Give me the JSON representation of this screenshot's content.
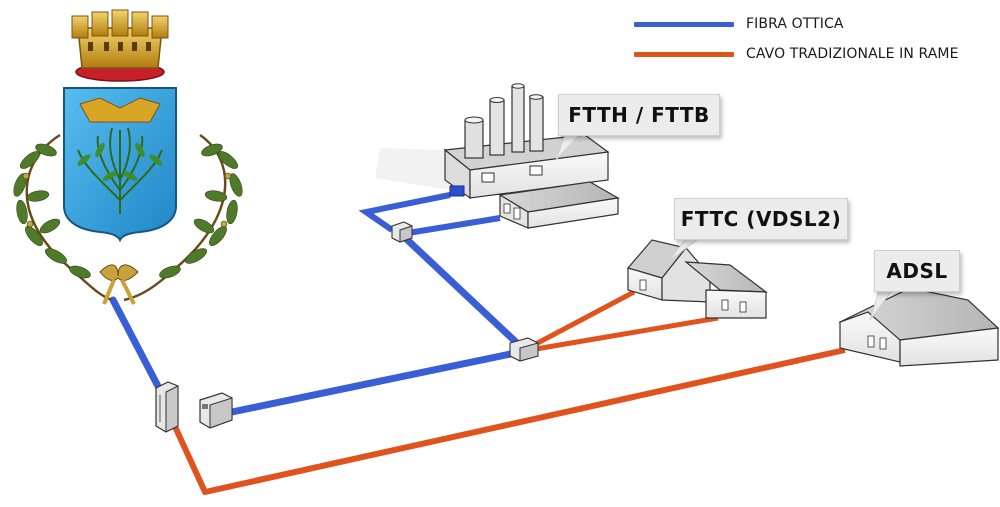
{
  "colors": {
    "fiber": "#3a5ed6",
    "copper": "#e0531f",
    "shield_blue": "#3aa7e0",
    "crown_gold": "#d4a11e",
    "laurel_green": "#4f7a2a",
    "building_wall": "#f2f2f2",
    "building_roof": "#c8c8c8"
  },
  "legend": [
    {
      "label": "FIBRA OTTICA",
      "color": "#3a5ed6"
    },
    {
      "label": "CAVO TRADIZIONALE IN RAME",
      "color": "#e0531f"
    }
  ],
  "callouts": {
    "ftth": "FTTH / FTTB",
    "fttc": "FTTC (VDSL2)",
    "adsl": "ADSL"
  },
  "icons": {
    "emblem": "municipal-coat-of-arms",
    "factory": "factory-building",
    "house": "house-building",
    "cabinet": "street-cabinet",
    "exchange": "telephone-exchange"
  }
}
